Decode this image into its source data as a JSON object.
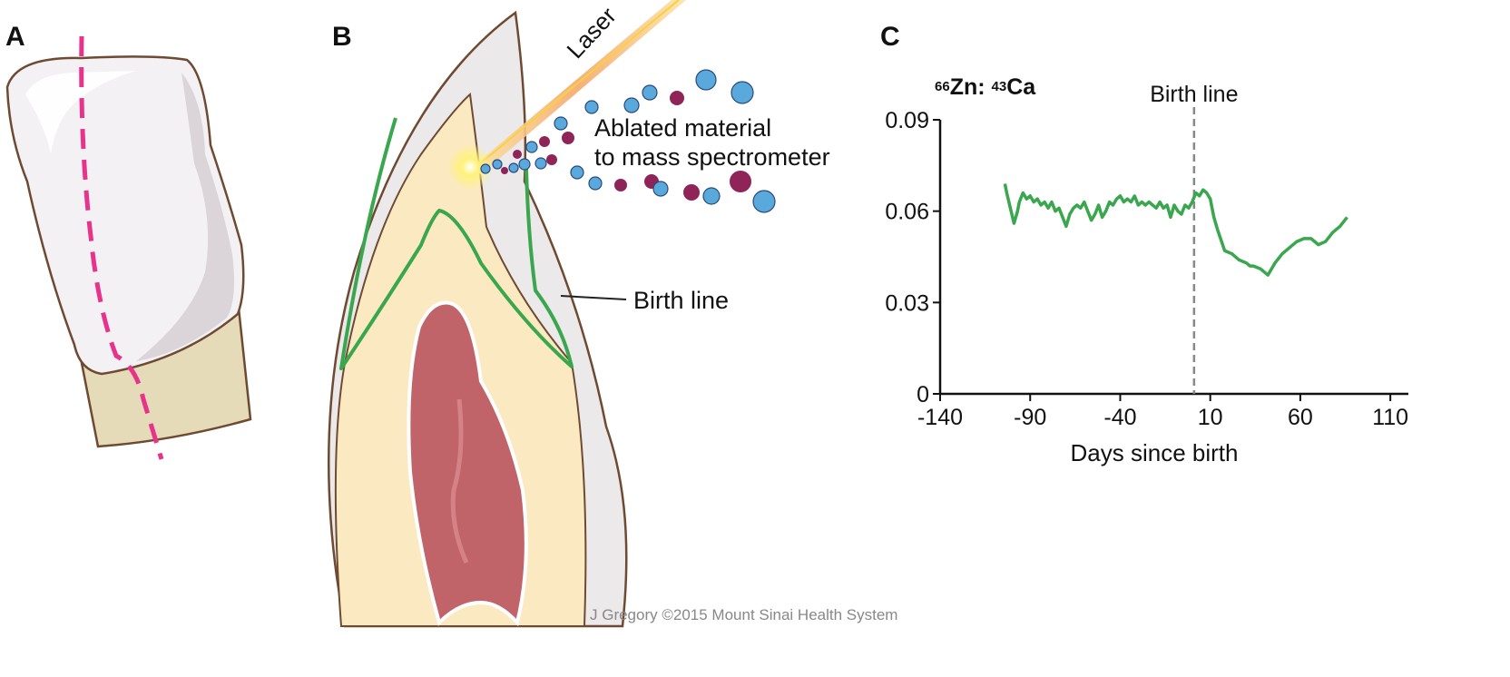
{
  "panels": {
    "a": "A",
    "b": "B",
    "c": "C"
  },
  "illustration": {
    "laser_label": "Laser",
    "ablation_label_line1": "Ablated material",
    "ablation_label_line2": "to mass spectrometer",
    "birth_line_label": "Birth line",
    "credit": "J Gregory  ©2015 Mount Sinai Health System"
  },
  "colors": {
    "enamel": "#ece9ea",
    "dentin": "#fbe9c2",
    "pulp": "#c0646a",
    "root": "#e6dbb9",
    "outline": "#6e4a32",
    "birth_line": "#3aa64e",
    "section_line": "#e8338c",
    "particle_blue": "#5aa9dc",
    "particle_purple": "#8e2458",
    "laser": "#f3a24a",
    "plot_line": "#3aa64e"
  },
  "chart_data": {
    "type": "line",
    "title": "",
    "ylabel_parts": {
      "iso1_mass": "66",
      "iso1": "Zn",
      "sep": ":",
      "iso2_mass": "43",
      "iso2": "Ca"
    },
    "xlabel": "Days since birth",
    "xlim": [
      -140,
      120
    ],
    "ylim": [
      0,
      0.09
    ],
    "xticks": [
      -140,
      -90,
      -40,
      10,
      60,
      110
    ],
    "xtick_labels": [
      "-140",
      "-90",
      "-40",
      "10",
      "60",
      "110"
    ],
    "yticks": [
      0,
      0.03,
      0.06,
      0.09
    ],
    "ytick_labels": [
      "0",
      "0.03",
      "0.06",
      "0.09"
    ],
    "grid": false,
    "annotation": {
      "text": "Birth line",
      "x": 0
    },
    "series": [
      {
        "color": "#3aa64e",
        "x": [
          -104,
          -103,
          -101,
          -99,
          -97,
          -96,
          -94,
          -92,
          -90,
          -88,
          -86,
          -84,
          -82,
          -80,
          -78,
          -76,
          -74,
          -72,
          -70,
          -68,
          -66,
          -64,
          -62,
          -60,
          -58,
          -56,
          -54,
          -52,
          -50,
          -48,
          -46,
          -44,
          -42,
          -40,
          -38,
          -36,
          -34,
          -32,
          -30,
          -28,
          -26,
          -24,
          -22,
          -20,
          -18,
          -16,
          -14,
          -12,
          -10,
          -8,
          -6,
          -4,
          -2,
          0,
          2,
          4,
          6,
          8,
          10,
          12,
          14,
          18,
          22,
          26,
          30,
          32,
          34,
          38,
          42,
          46,
          50,
          54,
          58,
          62,
          66,
          70,
          74,
          78,
          82,
          86
        ],
        "y": [
          0.069,
          0.066,
          0.061,
          0.056,
          0.06,
          0.063,
          0.066,
          0.064,
          0.065,
          0.063,
          0.064,
          0.062,
          0.063,
          0.061,
          0.063,
          0.06,
          0.061,
          0.058,
          0.055,
          0.059,
          0.061,
          0.062,
          0.061,
          0.063,
          0.06,
          0.057,
          0.059,
          0.062,
          0.058,
          0.06,
          0.063,
          0.062,
          0.064,
          0.065,
          0.063,
          0.064,
          0.063,
          0.065,
          0.062,
          0.063,
          0.062,
          0.063,
          0.062,
          0.061,
          0.063,
          0.061,
          0.062,
          0.058,
          0.062,
          0.06,
          0.059,
          0.062,
          0.061,
          0.063,
          0.066,
          0.065,
          0.067,
          0.066,
          0.064,
          0.058,
          0.054,
          0.047,
          0.046,
          0.044,
          0.043,
          0.042,
          0.042,
          0.041,
          0.039,
          0.043,
          0.046,
          0.048,
          0.05,
          0.051,
          0.051,
          0.049,
          0.05,
          0.053,
          0.055,
          0.058
        ]
      }
    ]
  }
}
